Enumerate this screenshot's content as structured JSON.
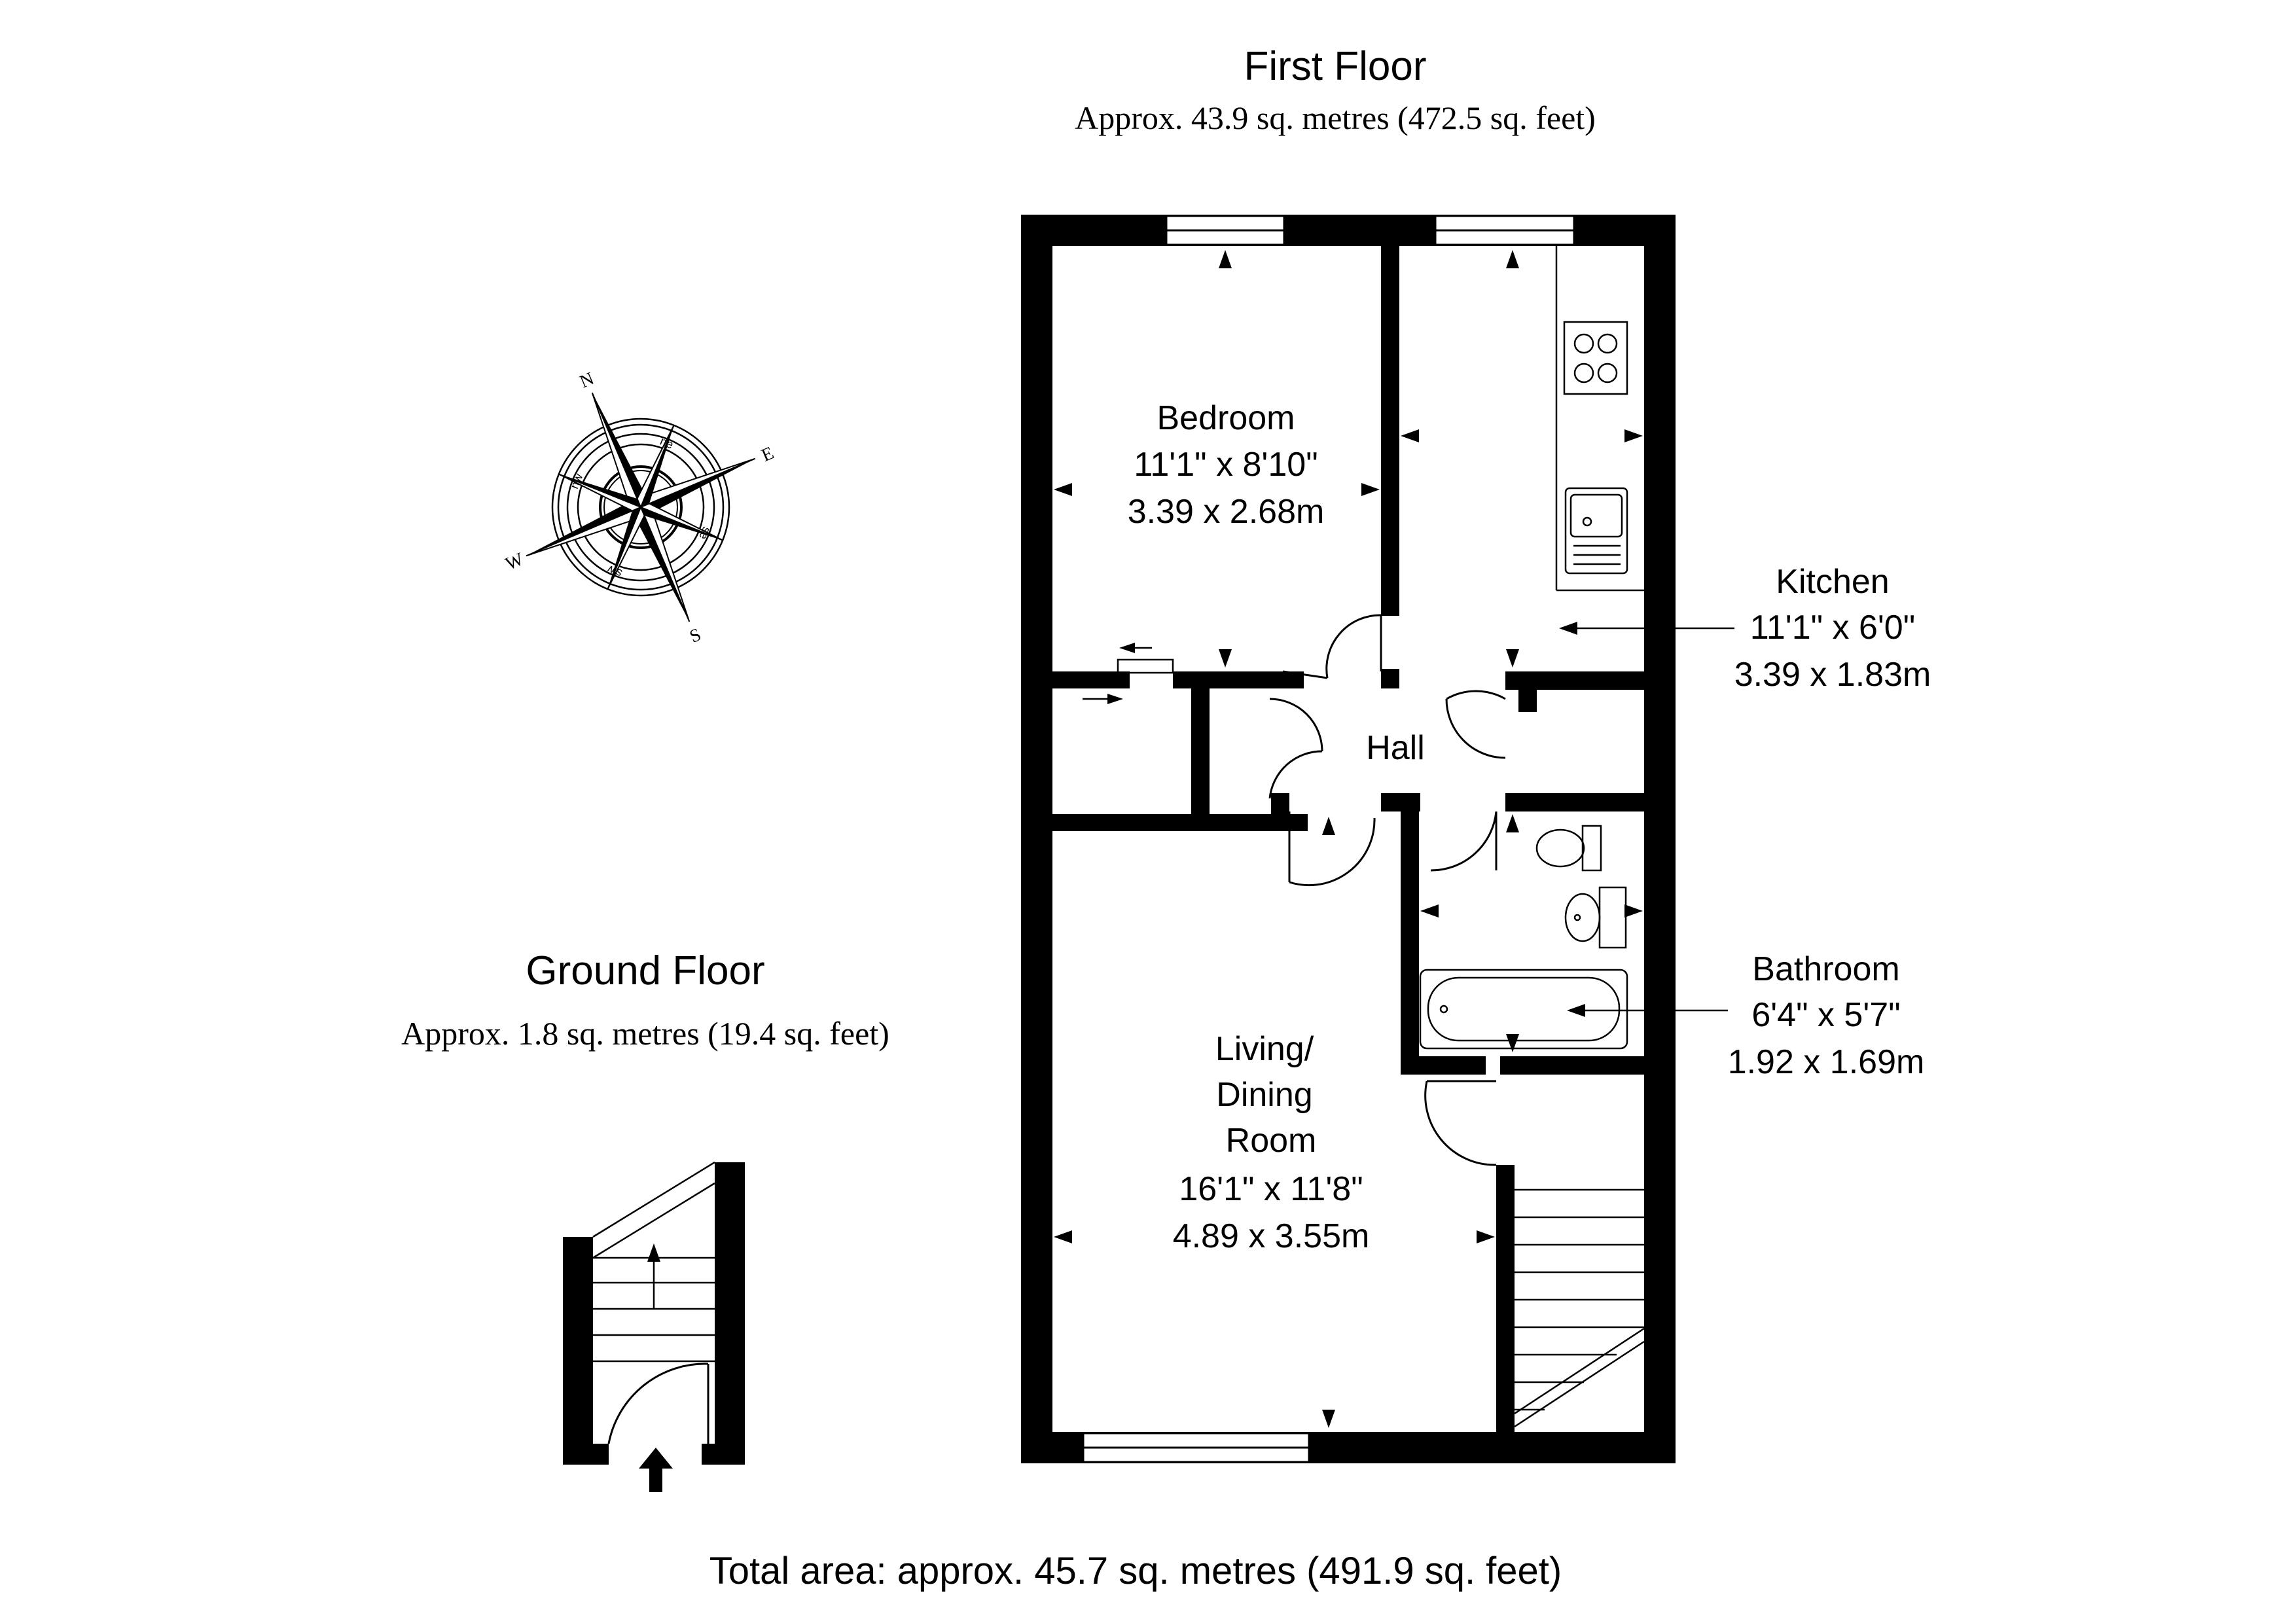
{
  "first_floor": {
    "title": "First Floor",
    "area": "Approx. 43.9 sq. metres (472.5 sq. feet)"
  },
  "ground_floor": {
    "title": "Ground Floor",
    "area": "Approx. 1.8 sq. metres (19.4 sq. feet)"
  },
  "total": "Total area: approx. 45.7 sq. metres (491.9 sq. feet)",
  "rooms": {
    "bedroom": {
      "name": "Bedroom",
      "imperial": "11'1\" x 8'10\"",
      "metric": "3.39 x 2.68m"
    },
    "kitchen": {
      "name": "Kitchen",
      "imperial": "11'1\" x 6'0\"",
      "metric": "3.39 x 1.83m"
    },
    "hall": {
      "name": "Hall"
    },
    "bathroom": {
      "name": "Bathroom",
      "imperial": "6'4\" x 5'7\"",
      "metric": "1.92 x 1.69m"
    },
    "living": {
      "name_line1": "Living/",
      "name_line2": "Dining",
      "name_line3": "Room",
      "imperial": "16'1\" x 11'8\"",
      "metric": "4.89 x 3.55m"
    }
  },
  "compass": {
    "n": "N",
    "e": "E",
    "s": "S",
    "w": "W",
    "ne": "ne",
    "se": "se",
    "sw": "sw",
    "nw": "nw"
  }
}
